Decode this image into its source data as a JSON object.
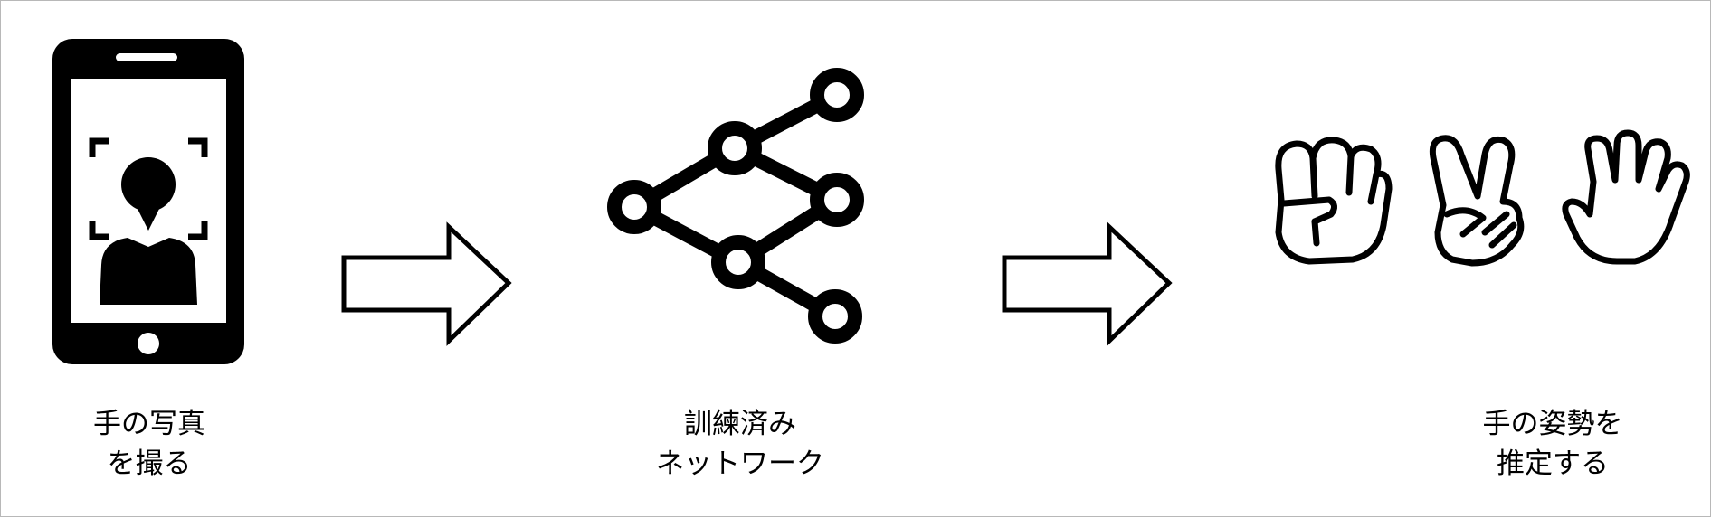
{
  "steps": [
    {
      "label_line1": "手の写真",
      "label_line2": "を撮る",
      "icon": "smartphone-camera-icon"
    },
    {
      "label_line1": "訓練済み",
      "label_line2": "ネットワーク",
      "icon": "neural-network-icon"
    },
    {
      "label_line1": "手の姿勢を",
      "label_line2": "推定する",
      "icon": "hand-gestures-icon"
    }
  ],
  "arrows": [
    "right-arrow-icon",
    "right-arrow-icon"
  ],
  "colors": {
    "stroke": "#000000",
    "background": "#ffffff",
    "border": "#b8b8b8"
  }
}
